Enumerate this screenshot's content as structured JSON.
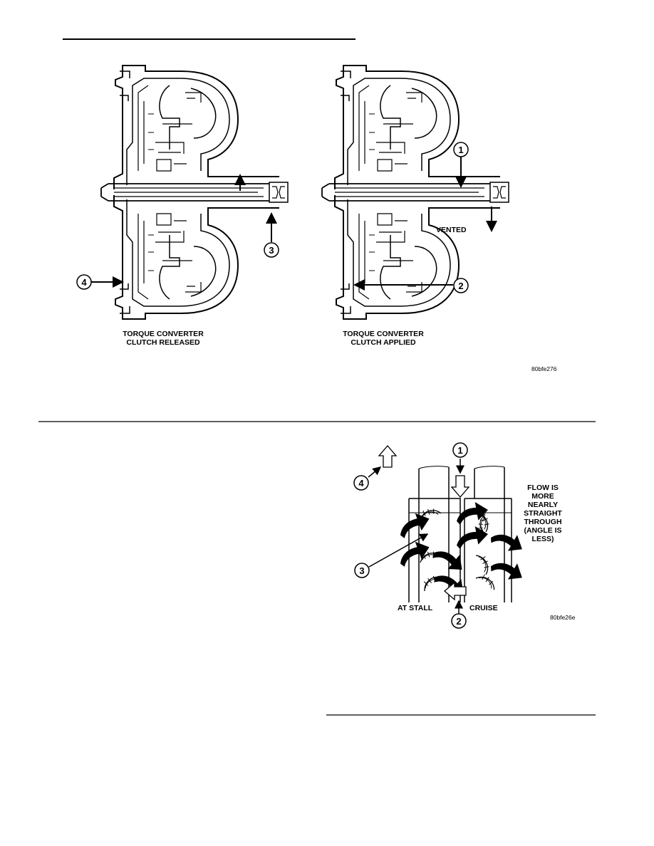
{
  "figure1": {
    "left_caption_line1": "TORQUE CONVERTER",
    "left_caption_line2": "CLUTCH RELEASED",
    "right_caption_line1": "TORQUE CONVERTER",
    "right_caption_line2": "CLUTCH APPLIED",
    "vented_label": "VENTED",
    "figure_code": "80bfe276",
    "callouts": [
      "1",
      "2",
      "3",
      "4"
    ]
  },
  "figure2": {
    "flow_note_lines": [
      "FLOW IS",
      "MORE",
      "NEARLY",
      "STRAIGHT",
      "THROUGH",
      "(ANGLE IS",
      "LESS)"
    ],
    "at_stall_label": "AT STALL",
    "cruise_label": "CRUISE",
    "figure_code": "80bfe26e",
    "callouts": [
      "1",
      "2",
      "3",
      "4"
    ]
  },
  "colors": {
    "ink": "#000000",
    "paper": "#ffffff"
  },
  "icons": [
    "up-arrow-icon",
    "down-arrow-icon",
    "left-arrow-icon",
    "curved-arrow-icon"
  ]
}
